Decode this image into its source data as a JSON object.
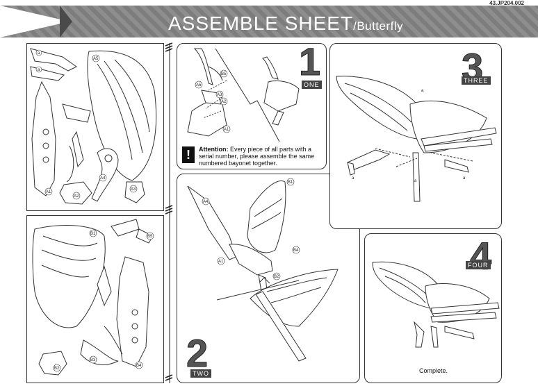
{
  "header": {
    "product_code": "43.JP204.002",
    "title_main": "ASSEMBLE  SHEET",
    "title_sub": "/Butterfly"
  },
  "sheets": {
    "a_labels": [
      "a",
      "a",
      "A5",
      "A1",
      "A2",
      "A3",
      "A4"
    ],
    "b_labels": [
      "B1",
      "B5",
      "B2",
      "B3",
      "B4"
    ]
  },
  "steps": [
    {
      "number": "1",
      "word": "ONE"
    },
    {
      "number": "2",
      "word": "TWO"
    },
    {
      "number": "3",
      "word": "THREE"
    },
    {
      "number": "4",
      "word": "FOUR"
    }
  ],
  "step1": {
    "labels": [
      "B5",
      "A5",
      "A3",
      "A2",
      "A1"
    ]
  },
  "step2": {
    "labels": [
      "B1",
      "A4",
      "B4",
      "A1",
      "B2"
    ]
  },
  "step3": {
    "labels": [
      "a",
      "a",
      "a",
      "a"
    ]
  },
  "attention": {
    "icon": "exclamation-icon",
    "lead": "Attention:",
    "text": " Every piece of all parts with a serial number, please assemble the same numbered bayonet together."
  },
  "step4": {
    "caption": "Complete."
  }
}
